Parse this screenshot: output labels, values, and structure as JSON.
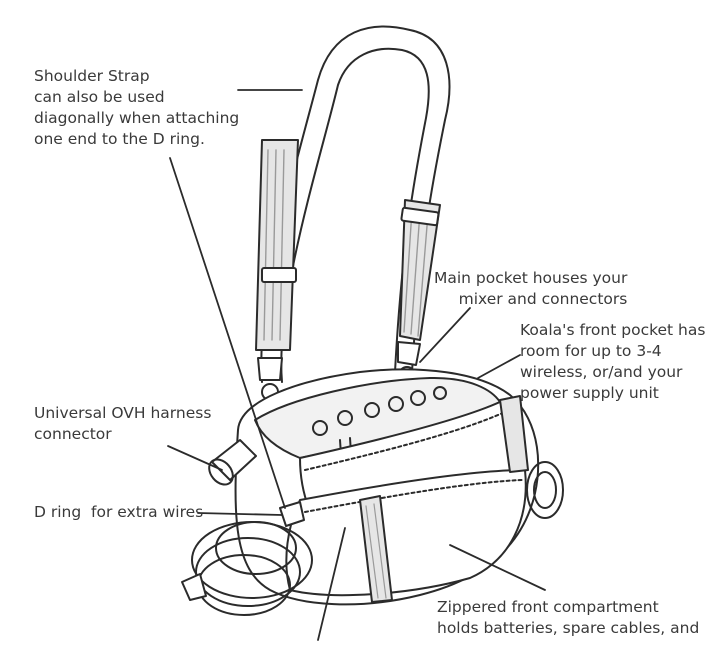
{
  "labels": {
    "shoulder_strap": [
      "Shoulder Strap",
      "can also be used",
      "diagonally when attaching",
      "one end to the D ring."
    ],
    "main_pocket": [
      "Main pocket houses your",
      "mixer and connectors"
    ],
    "front_pocket": [
      "Koala's front pocket has",
      "room for up to 3-4",
      "wireless, or/and your",
      "power supply unit"
    ],
    "ovh_connector": [
      "Universal OVH harness",
      "connector"
    ],
    "d_ring": [
      "D ring  for extra wires"
    ],
    "zippered_compartment": [
      "Zippered front compartment",
      "holds batteries, spare cables, and"
    ]
  },
  "colors": {
    "ink": "#3a3a3a",
    "strap_fill": "#e6e6e6",
    "strap_stripe": "#9a9a9a",
    "background": "#ffffff"
  }
}
